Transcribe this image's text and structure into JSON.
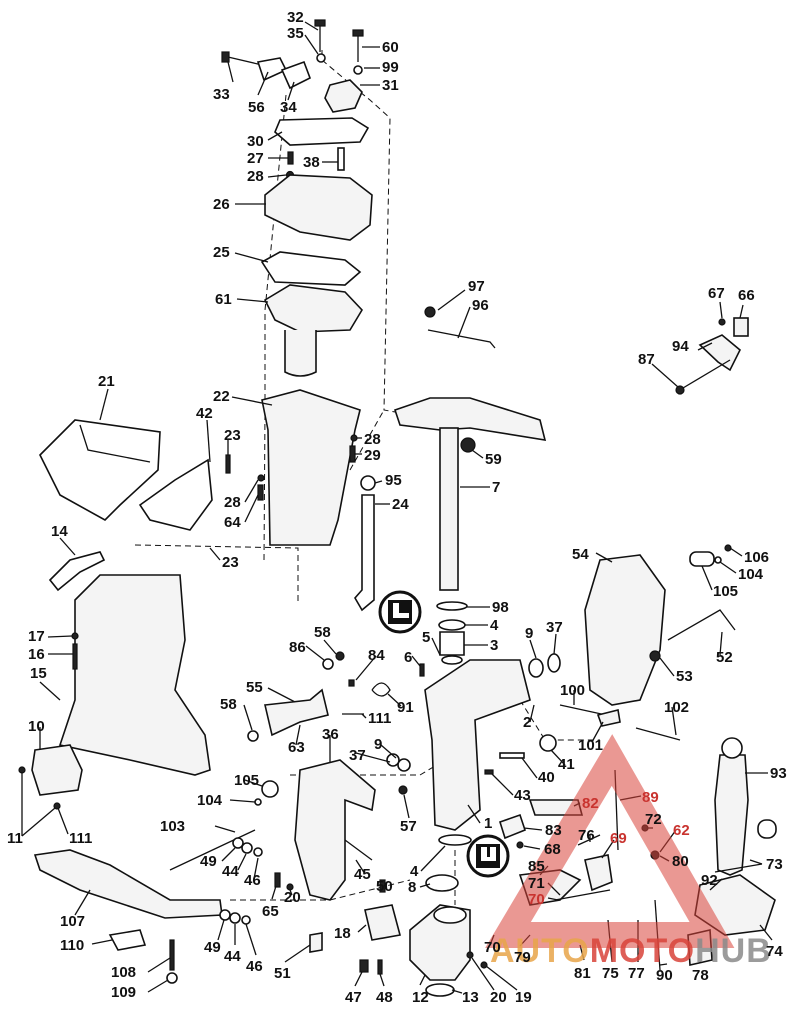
{
  "watermark": {
    "brand_part1": "AUTO",
    "brand_part2": "MOTO",
    "brand_part3": "HUB",
    "colors": {
      "red": "#d9443a",
      "orange": "#e8a54a",
      "grey": "#8a8a8a"
    }
  },
  "symbols": [
    {
      "name": "lubricant-symbol-upper",
      "glyph": "L"
    },
    {
      "name": "lubricant-symbol-lower",
      "glyph": "J"
    }
  ],
  "callouts": [
    {
      "id": "32",
      "text": "32"
    },
    {
      "id": "35",
      "text": "35"
    },
    {
      "id": "60",
      "text": "60"
    },
    {
      "id": "99",
      "text": "99"
    },
    {
      "id": "31",
      "text": "31"
    },
    {
      "id": "33",
      "text": "33"
    },
    {
      "id": "56",
      "text": "56"
    },
    {
      "id": "34",
      "text": "34"
    },
    {
      "id": "30",
      "text": "30"
    },
    {
      "id": "27",
      "text": "27"
    },
    {
      "id": "38",
      "text": "38"
    },
    {
      "id": "28a",
      "text": "28"
    },
    {
      "id": "26",
      "text": "26"
    },
    {
      "id": "25",
      "text": "25"
    },
    {
      "id": "61",
      "text": "61"
    },
    {
      "id": "97",
      "text": "97"
    },
    {
      "id": "96",
      "text": "96"
    },
    {
      "id": "67",
      "text": "67"
    },
    {
      "id": "66",
      "text": "66"
    },
    {
      "id": "94",
      "text": "94"
    },
    {
      "id": "87",
      "text": "87"
    },
    {
      "id": "21",
      "text": "21"
    },
    {
      "id": "22",
      "text": "22"
    },
    {
      "id": "42",
      "text": "42"
    },
    {
      "id": "23a",
      "text": "23"
    },
    {
      "id": "28b",
      "text": "28"
    },
    {
      "id": "29",
      "text": "29"
    },
    {
      "id": "59",
      "text": "59"
    },
    {
      "id": "95",
      "text": "95"
    },
    {
      "id": "7",
      "text": "7"
    },
    {
      "id": "28c",
      "text": "28"
    },
    {
      "id": "24",
      "text": "24"
    },
    {
      "id": "64",
      "text": "64"
    },
    {
      "id": "14",
      "text": "14"
    },
    {
      "id": "23b",
      "text": "23"
    },
    {
      "id": "54",
      "text": "54"
    },
    {
      "id": "106",
      "text": "106"
    },
    {
      "id": "104a",
      "text": "104"
    },
    {
      "id": "105a",
      "text": "105"
    },
    {
      "id": "98",
      "text": "98"
    },
    {
      "id": "4a",
      "text": "4"
    },
    {
      "id": "3",
      "text": "3"
    },
    {
      "id": "5",
      "text": "5"
    },
    {
      "id": "9a",
      "text": "9"
    },
    {
      "id": "37a",
      "text": "37"
    },
    {
      "id": "52",
      "text": "52"
    },
    {
      "id": "17",
      "text": "17"
    },
    {
      "id": "16",
      "text": "16"
    },
    {
      "id": "58a",
      "text": "58"
    },
    {
      "id": "86",
      "text": "86"
    },
    {
      "id": "84",
      "text": "84"
    },
    {
      "id": "6",
      "text": "6"
    },
    {
      "id": "53",
      "text": "53"
    },
    {
      "id": "15",
      "text": "15"
    },
    {
      "id": "55",
      "text": "55"
    },
    {
      "id": "91",
      "text": "91"
    },
    {
      "id": "100",
      "text": "100"
    },
    {
      "id": "58b",
      "text": "58"
    },
    {
      "id": "111a",
      "text": "111"
    },
    {
      "id": "2",
      "text": "2"
    },
    {
      "id": "102",
      "text": "102"
    },
    {
      "id": "63",
      "text": "63"
    },
    {
      "id": "36",
      "text": "36"
    },
    {
      "id": "9b",
      "text": "9"
    },
    {
      "id": "41",
      "text": "41"
    },
    {
      "id": "101",
      "text": "101"
    },
    {
      "id": "93",
      "text": "93"
    },
    {
      "id": "10",
      "text": "10"
    },
    {
      "id": "37b",
      "text": "37"
    },
    {
      "id": "40",
      "text": "40"
    },
    {
      "id": "105b",
      "text": "105"
    },
    {
      "id": "43",
      "text": "43"
    },
    {
      "id": "82",
      "text": "82"
    },
    {
      "id": "89",
      "text": "89"
    },
    {
      "id": "104b",
      "text": "104"
    },
    {
      "id": "57",
      "text": "57"
    },
    {
      "id": "72",
      "text": "72"
    },
    {
      "id": "62",
      "text": "62"
    },
    {
      "id": "11",
      "text": "11"
    },
    {
      "id": "111b",
      "text": "111"
    },
    {
      "id": "103",
      "text": "103"
    },
    {
      "id": "1",
      "text": "1"
    },
    {
      "id": "83",
      "text": "83"
    },
    {
      "id": "76",
      "text": "76"
    },
    {
      "id": "69",
      "text": "69"
    },
    {
      "id": "68",
      "text": "68"
    },
    {
      "id": "80",
      "text": "80"
    },
    {
      "id": "73",
      "text": "73"
    },
    {
      "id": "49a",
      "text": "49"
    },
    {
      "id": "44a",
      "text": "44"
    },
    {
      "id": "46a",
      "text": "46"
    },
    {
      "id": "45",
      "text": "45"
    },
    {
      "id": "4b",
      "text": "4"
    },
    {
      "id": "85",
      "text": "85"
    },
    {
      "id": "92",
      "text": "92"
    },
    {
      "id": "50",
      "text": "50"
    },
    {
      "id": "8",
      "text": "8"
    },
    {
      "id": "71",
      "text": "71"
    },
    {
      "id": "65",
      "text": "65"
    },
    {
      "id": "20a",
      "text": "20"
    },
    {
      "id": "70a",
      "text": "70"
    },
    {
      "id": "107",
      "text": "107"
    },
    {
      "id": "110",
      "text": "110"
    },
    {
      "id": "49b",
      "text": "49"
    },
    {
      "id": "44b",
      "text": "44"
    },
    {
      "id": "18",
      "text": "18"
    },
    {
      "id": "70b",
      "text": "70"
    },
    {
      "id": "79",
      "text": "79"
    },
    {
      "id": "46b",
      "text": "46"
    },
    {
      "id": "51",
      "text": "51"
    },
    {
      "id": "81",
      "text": "81"
    },
    {
      "id": "75",
      "text": "75"
    },
    {
      "id": "77",
      "text": "77"
    },
    {
      "id": "90",
      "text": "90"
    },
    {
      "id": "78",
      "text": "78"
    },
    {
      "id": "74",
      "text": "74"
    },
    {
      "id": "108",
      "text": "108"
    },
    {
      "id": "109",
      "text": "109"
    },
    {
      "id": "47",
      "text": "47"
    },
    {
      "id": "48",
      "text": "48"
    },
    {
      "id": "12",
      "text": "12"
    },
    {
      "id": "13",
      "text": "13"
    },
    {
      "id": "20b",
      "text": "20"
    },
    {
      "id": "19",
      "text": "19"
    }
  ]
}
